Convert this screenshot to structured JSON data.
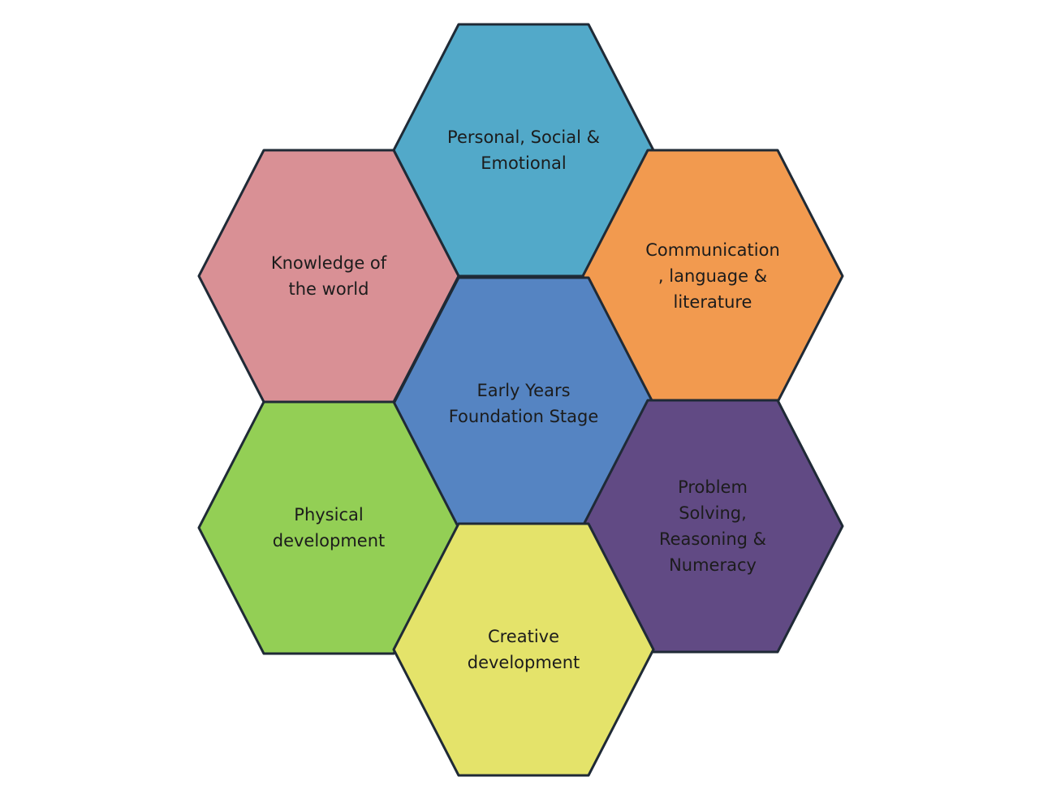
{
  "diagram": {
    "hexagons": [
      {
        "id": "personal-social-emotional",
        "lines": [
          "Personal, Social &",
          "Emotional"
        ],
        "color": "#52a9c9"
      },
      {
        "id": "knowledge-of-the-world",
        "lines": [
          "Knowledge of",
          "the world"
        ],
        "color": "#d99095"
      },
      {
        "id": "communication-language-literature",
        "lines": [
          "Communication",
          ", language &",
          "literature"
        ],
        "color": "#f29a4f"
      },
      {
        "id": "early-years-foundation-stage",
        "lines": [
          "Early Years",
          "Foundation Stage"
        ],
        "color": "#5584c2"
      },
      {
        "id": "physical-development",
        "lines": [
          "Physical",
          "development"
        ],
        "color": "#93cf55"
      },
      {
        "id": "problem-solving-reasoning-numeracy",
        "lines": [
          "Problem",
          "Solving,",
          "Reasoning &",
          "Numeracy"
        ],
        "color": "#614a84"
      },
      {
        "id": "creative-development",
        "lines": [
          "Creative",
          "development"
        ],
        "color": "#e4e36a"
      }
    ]
  }
}
